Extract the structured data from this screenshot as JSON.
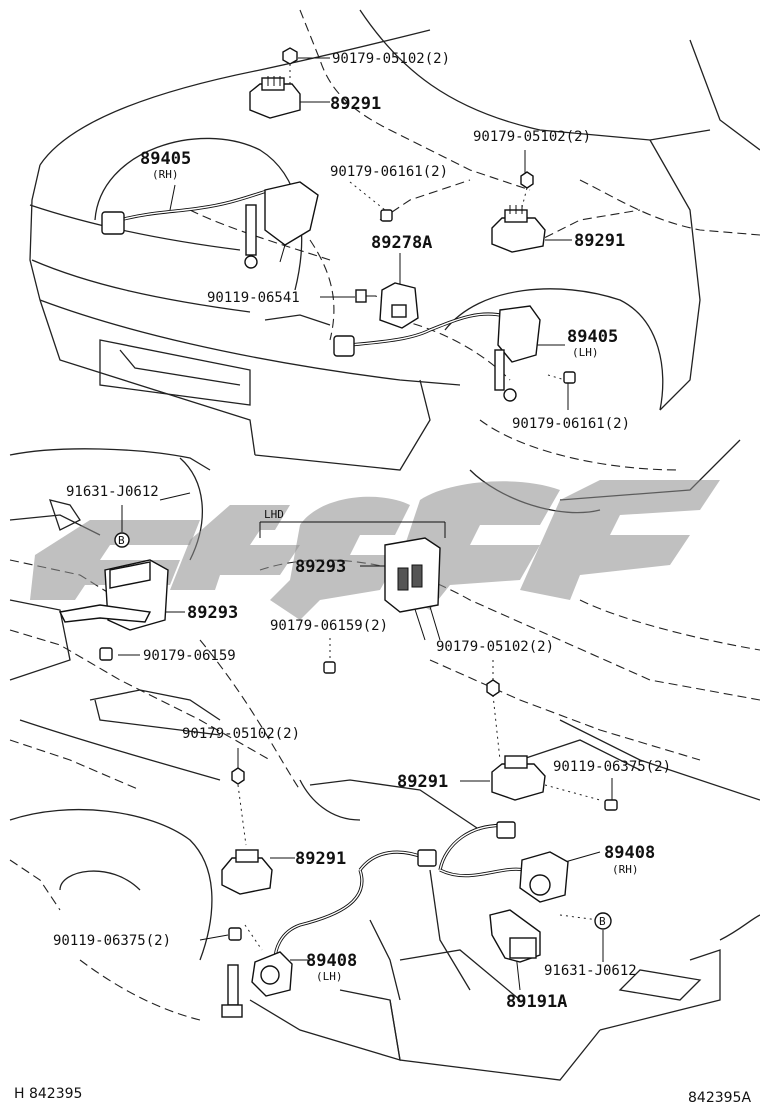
{
  "labels": {
    "bolt_top": "90179-05102(2)",
    "sensor_rh_top": "89291",
    "height_rh": "89405",
    "height_rh_side": "(RH)",
    "nut_rh_top": "90179-06161(2)",
    "bolt_right_top": "90179-05102(2)",
    "sensor_right_top": "89291",
    "relay": "89278A",
    "bolt_relay": "90119-06541",
    "height_lh": "89405",
    "height_lh_side": "(LH)",
    "nut_lh": "90179-06161(2)",
    "clip_left": "91631-J0612",
    "lhd": "LHD",
    "ecu_lhd": "89293",
    "ecu_rhd": "89293",
    "nut_ecu": "90179-06159(2)",
    "nut_bracket": "90179-06159",
    "bolt_ecu": "90179-05102(2)",
    "bolt_rear_left": "90179-05102(2)",
    "sensor_rear_mid": "89291",
    "bolt_rear_right": "90119-06375(2)",
    "sensor_rear_left": "89291",
    "rear_height_rh": "89408",
    "rear_height_rh_side": "(RH)",
    "bolt_rear_bottom": "90119-06375(2)",
    "rear_height_lh": "89408",
    "rear_height_lh_side": "(LH)",
    "clip_right": "91631-J0612",
    "bracket_rear": "89191A",
    "clip_marker": "B"
  },
  "footer": {
    "left": "H 842395",
    "right": "842395A"
  },
  "icons": {
    "watermark": "etka-logo-watermark"
  }
}
